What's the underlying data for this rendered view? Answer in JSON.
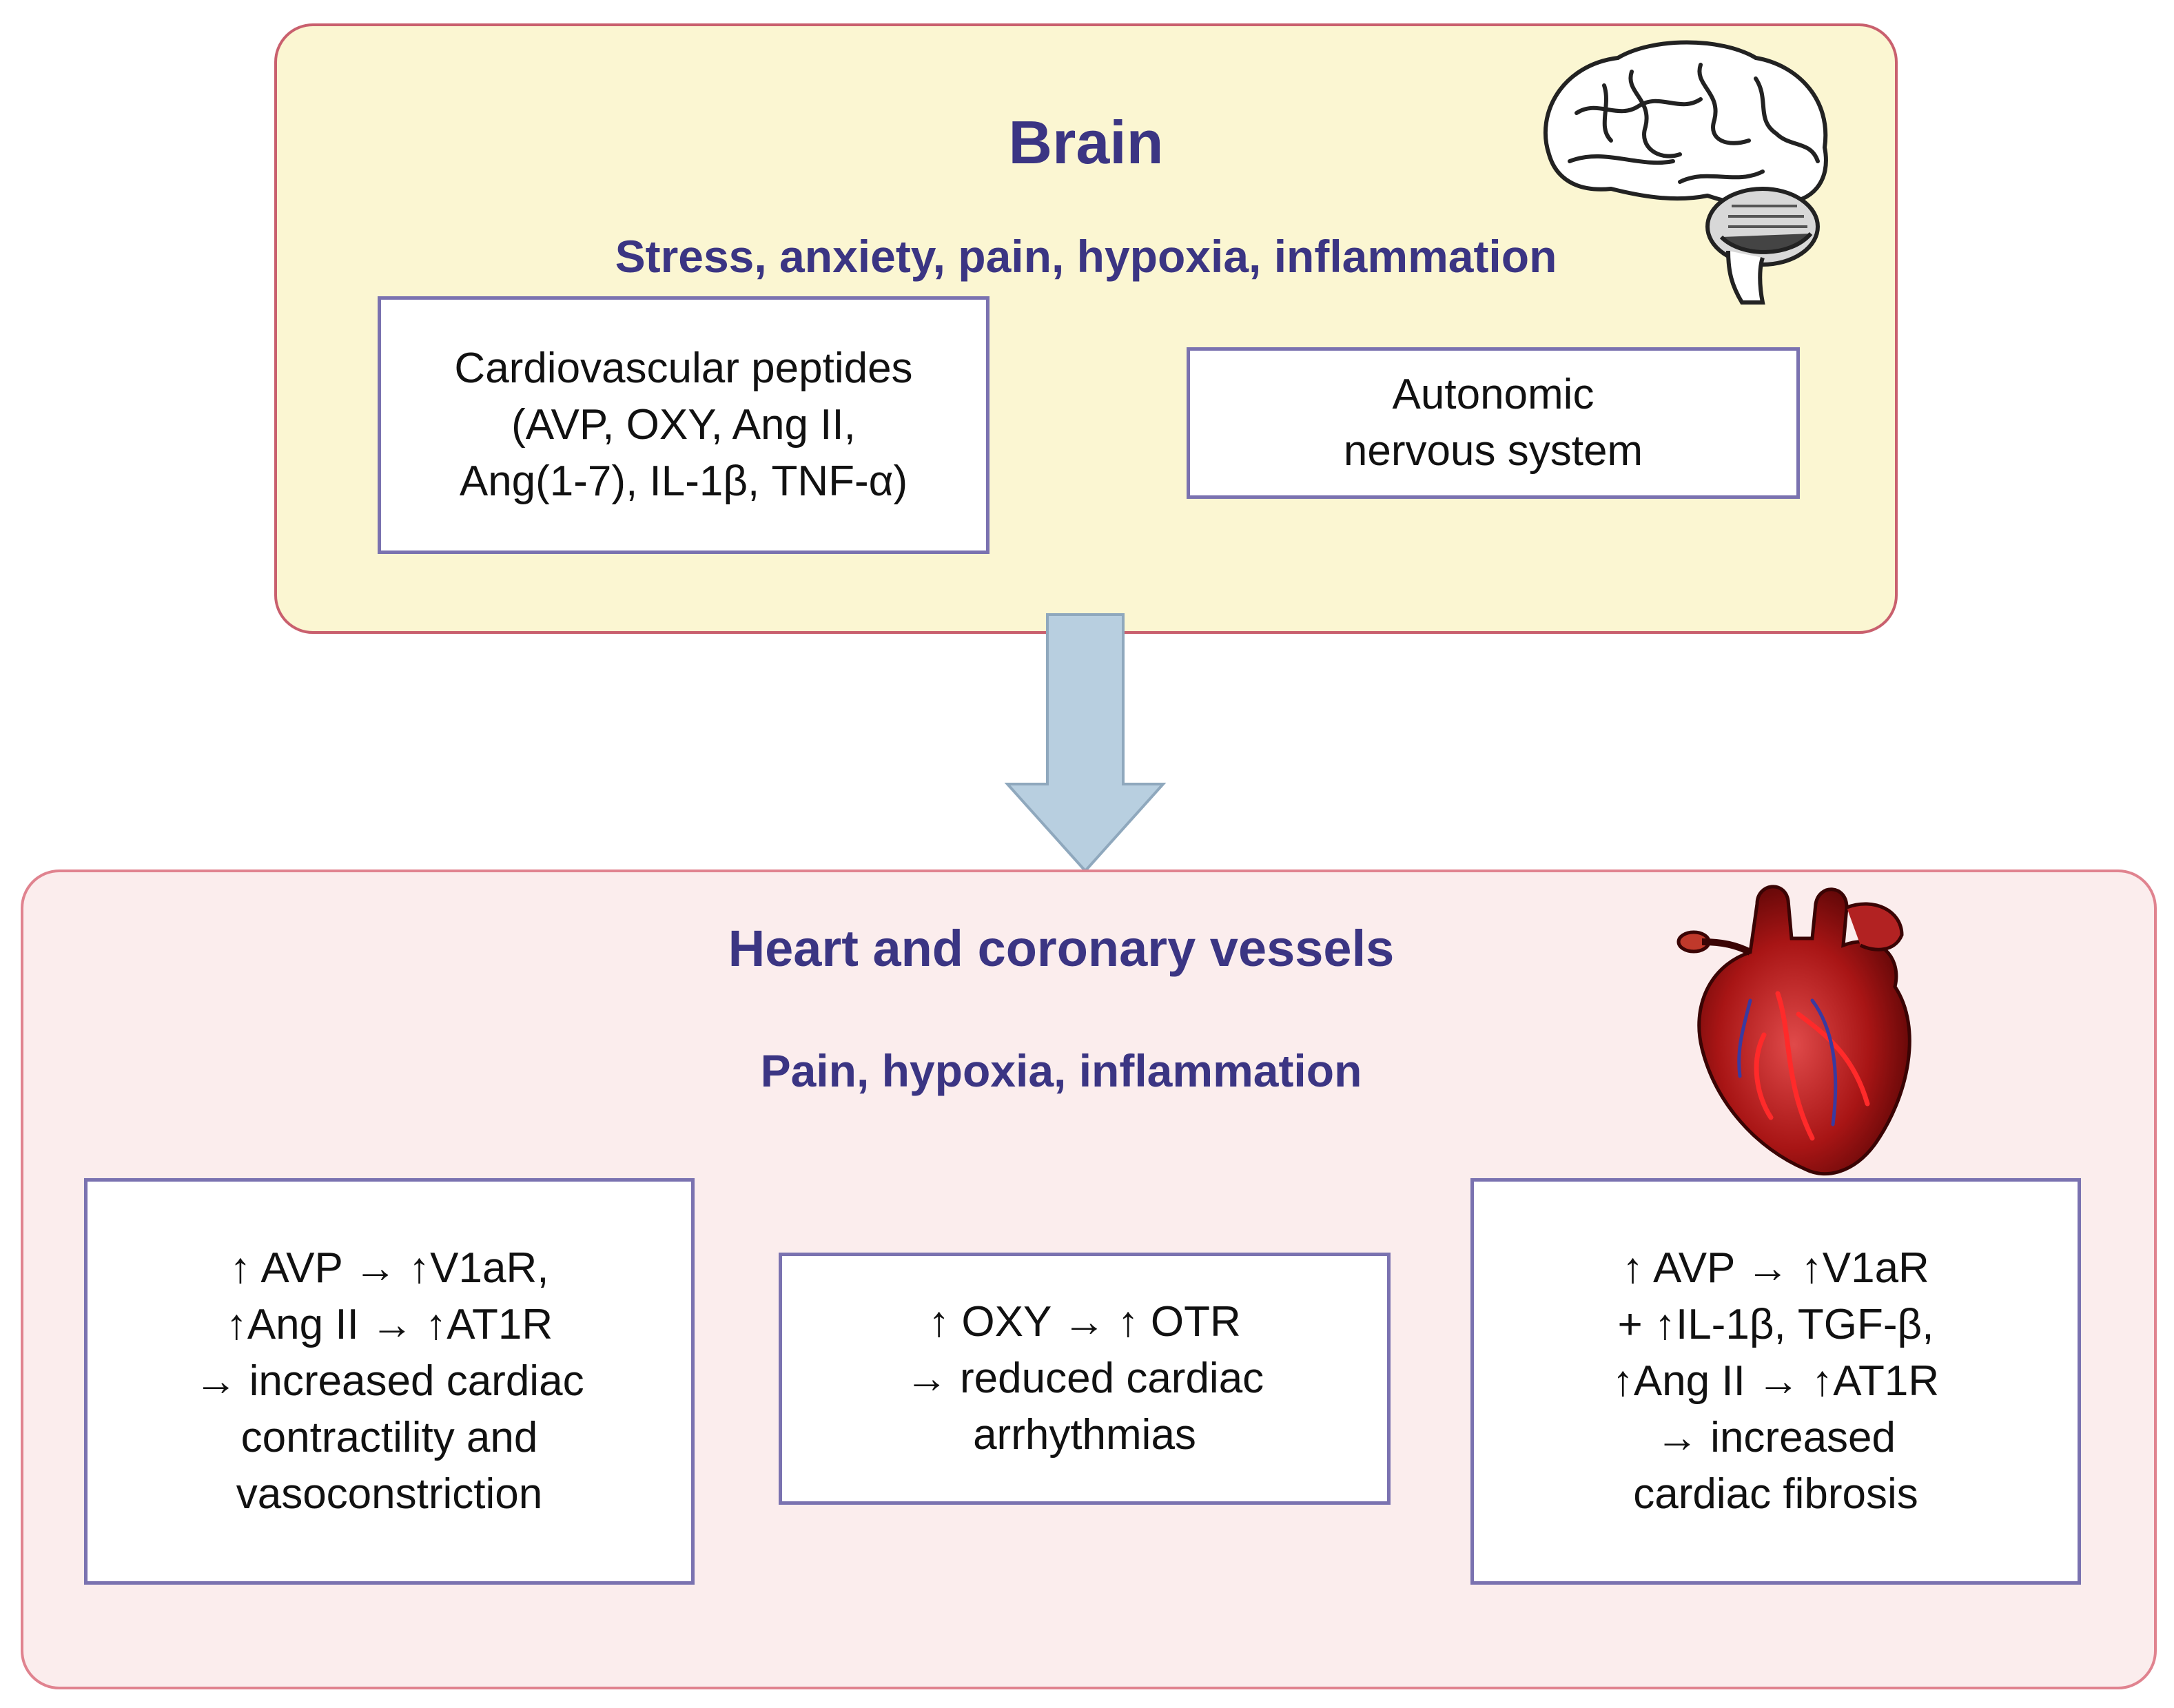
{
  "brain": {
    "title": "Brain",
    "subtitle": "Stress, anxiety, pain, hypoxia, inflammation",
    "peptides_box": "Cardiovascular peptides\n(AVP, OXY, Ang II,\nAng(1-7), IL-1β, TNF-α)",
    "ans_box": "Autonomic\nnervous system"
  },
  "heart": {
    "title": "Heart and coronary vessels",
    "subtitle": "Pain, hypoxia, inflammation",
    "contractility_box": "↑ AVP → ↑V1aR,\n↑Ang II → ↑AT1R\n→ increased cardiac\ncontractility and\nvasoconstriction",
    "oxy_box": "↑ OXY → ↑ OTR\n→ reduced cardiac\narrhythmias",
    "fibrosis_box": "↑ AVP → ↑V1aR\n+ ↑IL-1β, TGF-β,\n↑Ang II → ↑AT1R\n→ increased\ncardiac fibrosis"
  },
  "colors": {
    "title_text": "#3b3583",
    "brain_panel_fill": "#fbf6d2",
    "heart_panel_fill": "#fbeded",
    "panel_border": "#c9606e",
    "box_border": "#7a72b0",
    "arrow_fill": "#b8cfe0"
  },
  "icons": {
    "brain": "brain-icon",
    "heart": "heart-icon",
    "arrow": "down-arrow-icon"
  }
}
